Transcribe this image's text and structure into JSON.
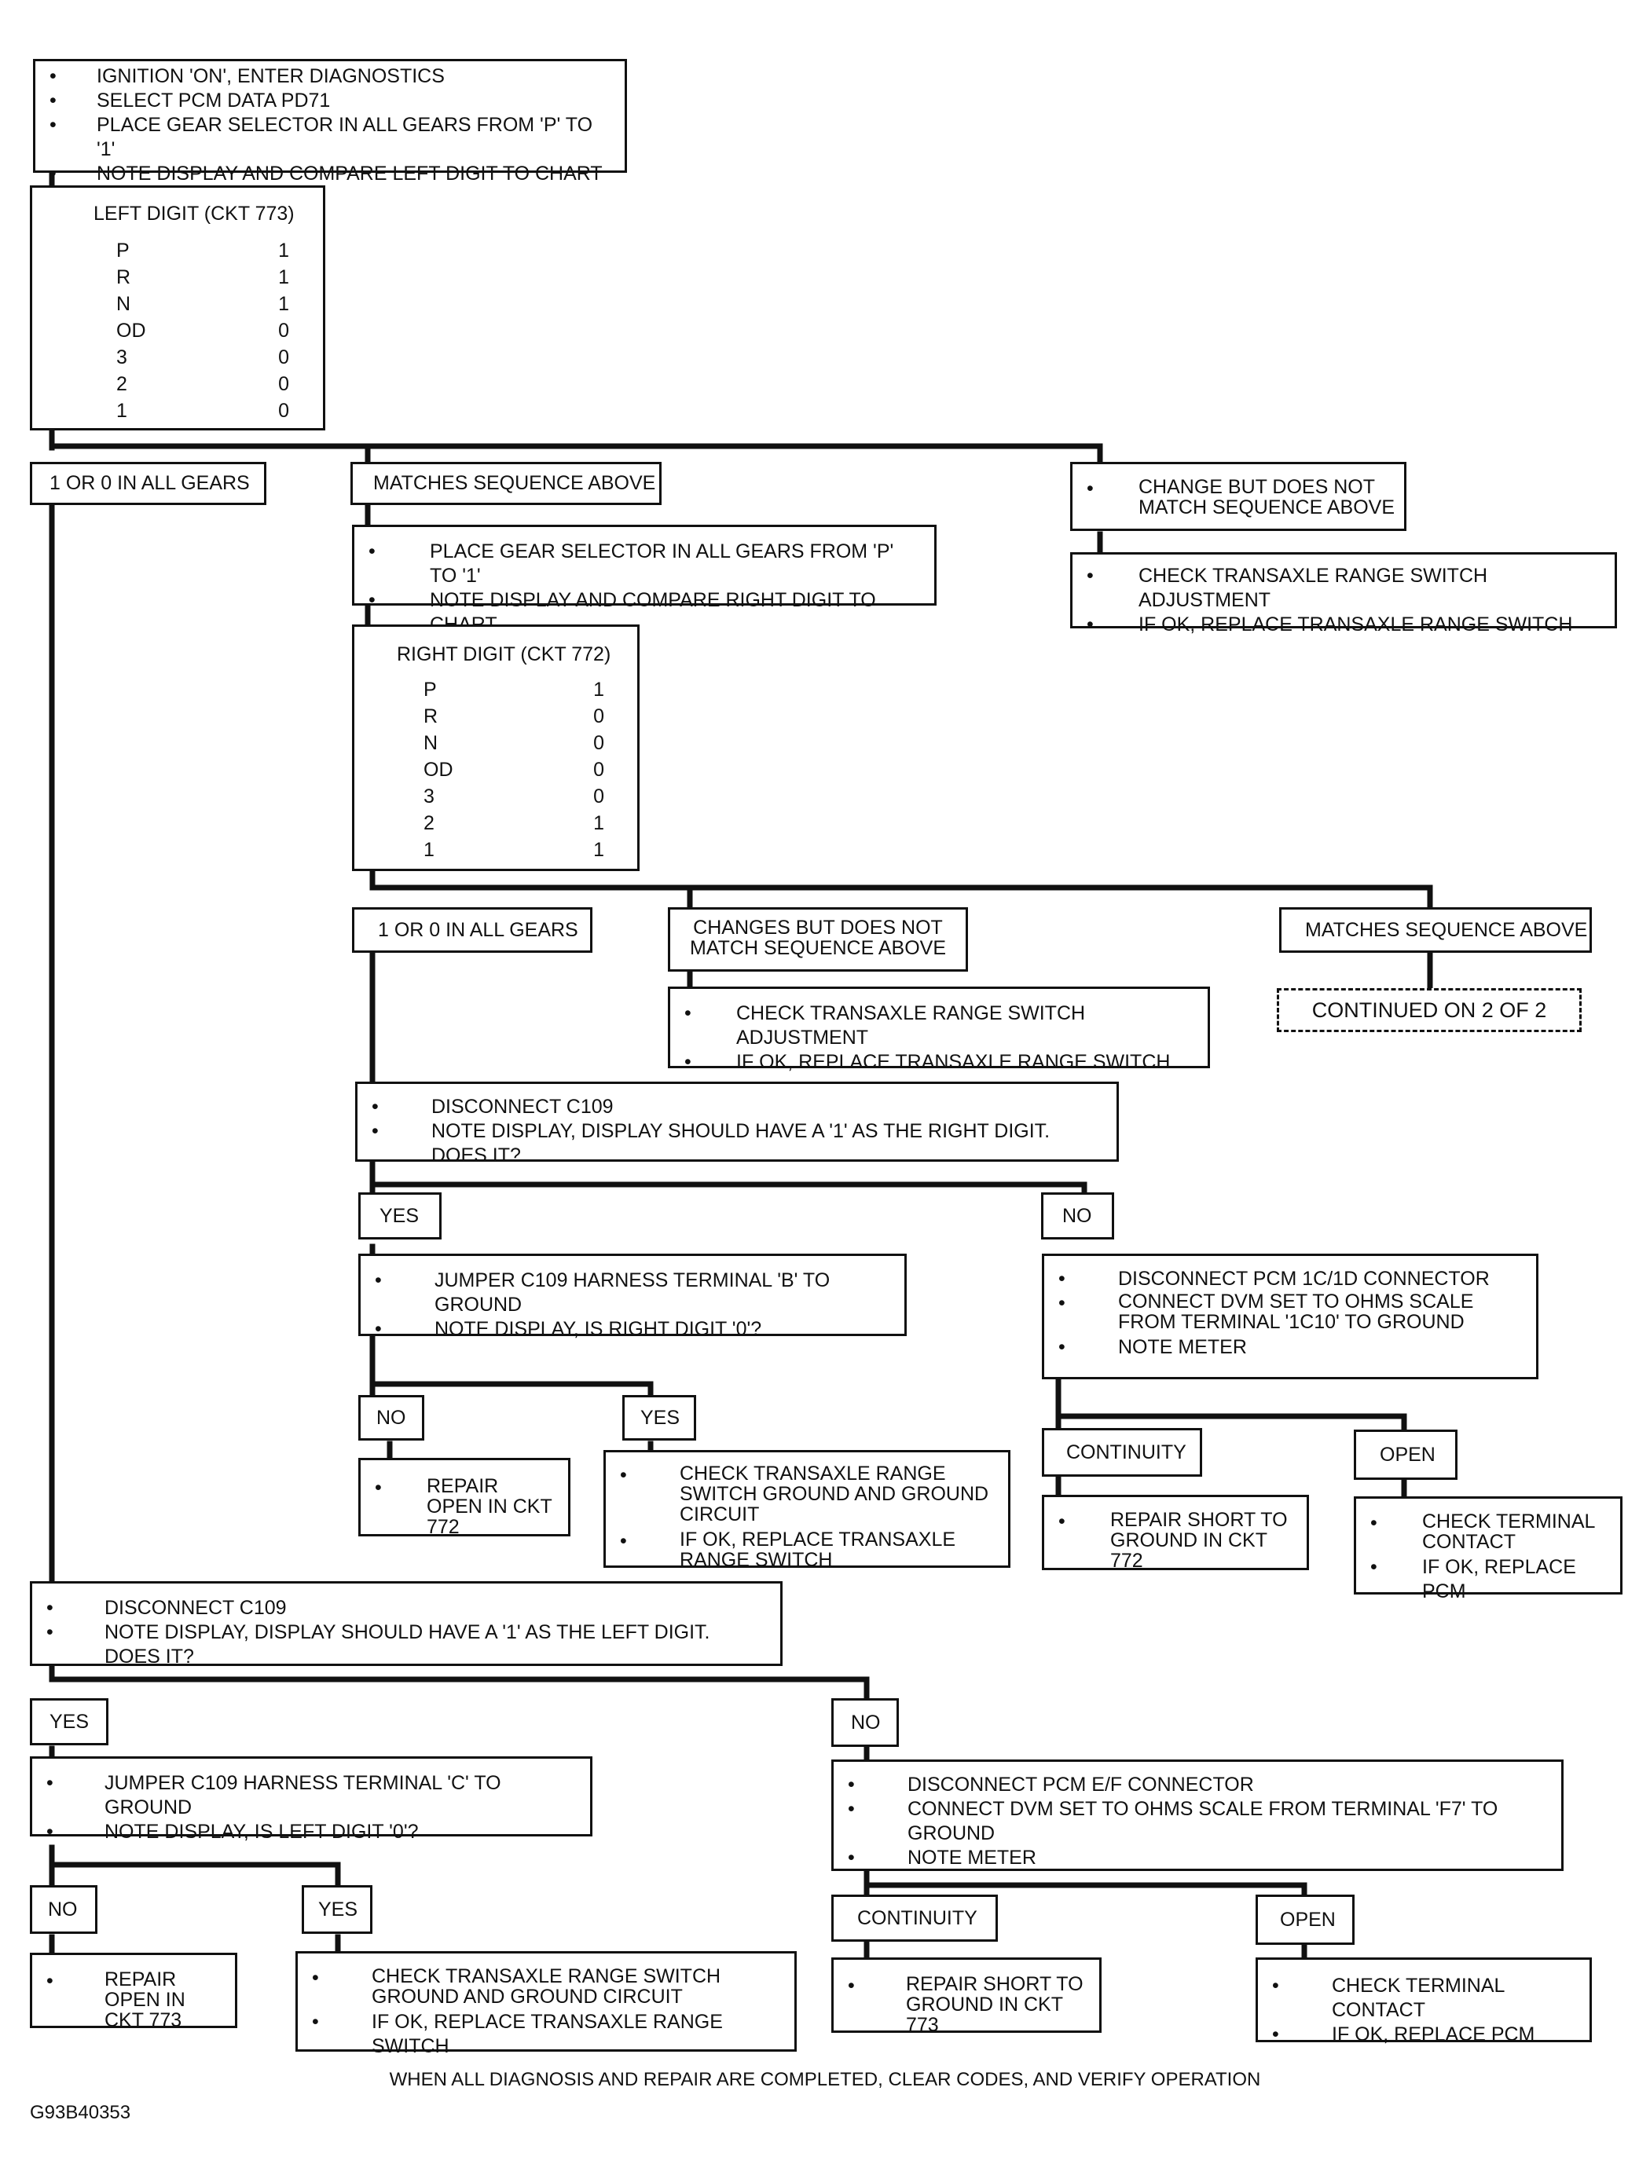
{
  "top": {
    "steps": [
      "IGNITION 'ON', ENTER DIAGNOSTICS",
      "SELECT PCM DATA PD71",
      "PLACE GEAR SELECTOR IN ALL GEARS FROM 'P' TO '1'",
      "NOTE DISPLAY AND COMPARE LEFT DIGIT TO CHART"
    ]
  },
  "left_chart": {
    "title": "LEFT DIGIT (CKT 773)",
    "rows": [
      {
        "gear": "P",
        "value": "1"
      },
      {
        "gear": "R",
        "value": "1"
      },
      {
        "gear": "N",
        "value": "1"
      },
      {
        "gear": "OD",
        "value": "0"
      },
      {
        "gear": "3",
        "value": "0"
      },
      {
        "gear": "2",
        "value": "0"
      },
      {
        "gear": "1",
        "value": "0"
      }
    ]
  },
  "branch1": {
    "a": "1 OR 0 IN ALL GEARS",
    "b": "MATCHES SEQUENCE ABOVE",
    "c": [
      "CHANGE BUT DOES NOT MATCH SEQUENCE ABOVE"
    ],
    "c_action": [
      "CHECK TRANSAXLE RANGE SWITCH ADJUSTMENT",
      "IF OK, REPLACE  TRANSAXLE RANGE SWITCH"
    ]
  },
  "right_steps": [
    "PLACE GEAR SELECTOR IN ALL GEARS FROM 'P' TO '1'",
    "NOTE DISPLAY AND COMPARE RIGHT DIGIT TO CHART"
  ],
  "right_chart": {
    "title": "RIGHT DIGIT (CKT 772)",
    "rows": [
      {
        "gear": "P",
        "value": "1"
      },
      {
        "gear": "R",
        "value": "0"
      },
      {
        "gear": "N",
        "value": "0"
      },
      {
        "gear": "OD",
        "value": "0"
      },
      {
        "gear": "3",
        "value": "0"
      },
      {
        "gear": "2",
        "value": "1"
      },
      {
        "gear": "1",
        "value": "1"
      }
    ]
  },
  "branch2": {
    "a": "1 OR 0 IN ALL GEARS",
    "b": "CHANGES BUT DOES NOT MATCH SEQUENCE ABOVE",
    "b_action": [
      "CHECK  TRANSAXLE RANGE SWITCH ADJUSTMENT",
      "IF OK, REPLACE TRANSAXLE RANGE SWITCH"
    ],
    "c": "MATCHES SEQUENCE ABOVE",
    "continued": "CONTINUED ON 2 OF 2"
  },
  "c109_right": {
    "steps": [
      "DISCONNECT C109",
      "NOTE  DISPLAY, DISPLAY SHOULD HAVE A '1' AS THE RIGHT DIGIT.  DOES IT?"
    ],
    "yes": "YES",
    "no": "NO",
    "yes_steps": [
      "JUMPER C109  HARNESS TERMINAL 'B' TO GROUND",
      "NOTE DISPLAY,  IS RIGHT DIGIT '0'?"
    ],
    "yes_no": "NO",
    "yes_yes": "YES",
    "yes_no_action": [
      "REPAIR OPEN IN CKT 772"
    ],
    "yes_yes_action": [
      "CHECK  TRANSAXLE RANGE SWITCH GROUND AND GROUND CIRCUIT",
      "IF OK, REPLACE TRANSAXLE RANGE SWITCH"
    ],
    "no_steps": [
      "DISCONNECT PCM 1C/1D CONNECTOR",
      "CONNECT DVM SET TO OHMS SCALE FROM TERMINAL '1C10' TO GROUND",
      "NOTE  METER"
    ],
    "continuity": "CONTINUITY",
    "open": "OPEN",
    "continuity_action": [
      "REPAIR SHORT  TO GROUND IN CKT 772"
    ],
    "open_action": [
      "CHECK TERMINAL CONTACT",
      "IF OK, REPLACE PCM"
    ]
  },
  "c109_left": {
    "steps": [
      "DISCONNECT  C109",
      "NOTE  DISPLAY, DISPLAY SHOULD HAVE A '1' AS THE LEFT DIGIT.  DOES IT?"
    ],
    "yes": "YES",
    "no": "NO",
    "yes_steps": [
      "JUMPER C109  HARNESS TERMINAL 'C' TO GROUND",
      "NOTE  DISPLAY, IS LEFT DIGIT '0'?"
    ],
    "yes_no": "NO",
    "yes_yes": "YES",
    "yes_no_action": [
      "REPAIR OPEN IN CKT 773"
    ],
    "yes_yes_action": [
      "CHECK  TRANSAXLE RANGE SWITCH GROUND AND GROUND CIRCUIT",
      "IF OK, REPLACE TRANSAXLE RANGE SWITCH"
    ],
    "no_steps": [
      "DISCONNECT PCM E/F CONNECTOR",
      "CONNECT DVM SET TO OHMS SCALE FROM TERMINAL 'F7' TO GROUND",
      "NOTE  METER"
    ],
    "continuity": "CONTINUITY",
    "open": "OPEN",
    "continuity_action": [
      "REPAIR SHORT  TO GROUND IN  CKT 773"
    ],
    "open_action": [
      "CHECK TERMINAL CONTACT",
      "IF OK, REPLACE PCM"
    ]
  },
  "footer": "WHEN ALL DIAGNOSIS AND REPAIR ARE COMPLETED,  CLEAR CODES, AND VERIFY OPERATION",
  "figure_id": "G93B40353",
  "bullet": "•"
}
